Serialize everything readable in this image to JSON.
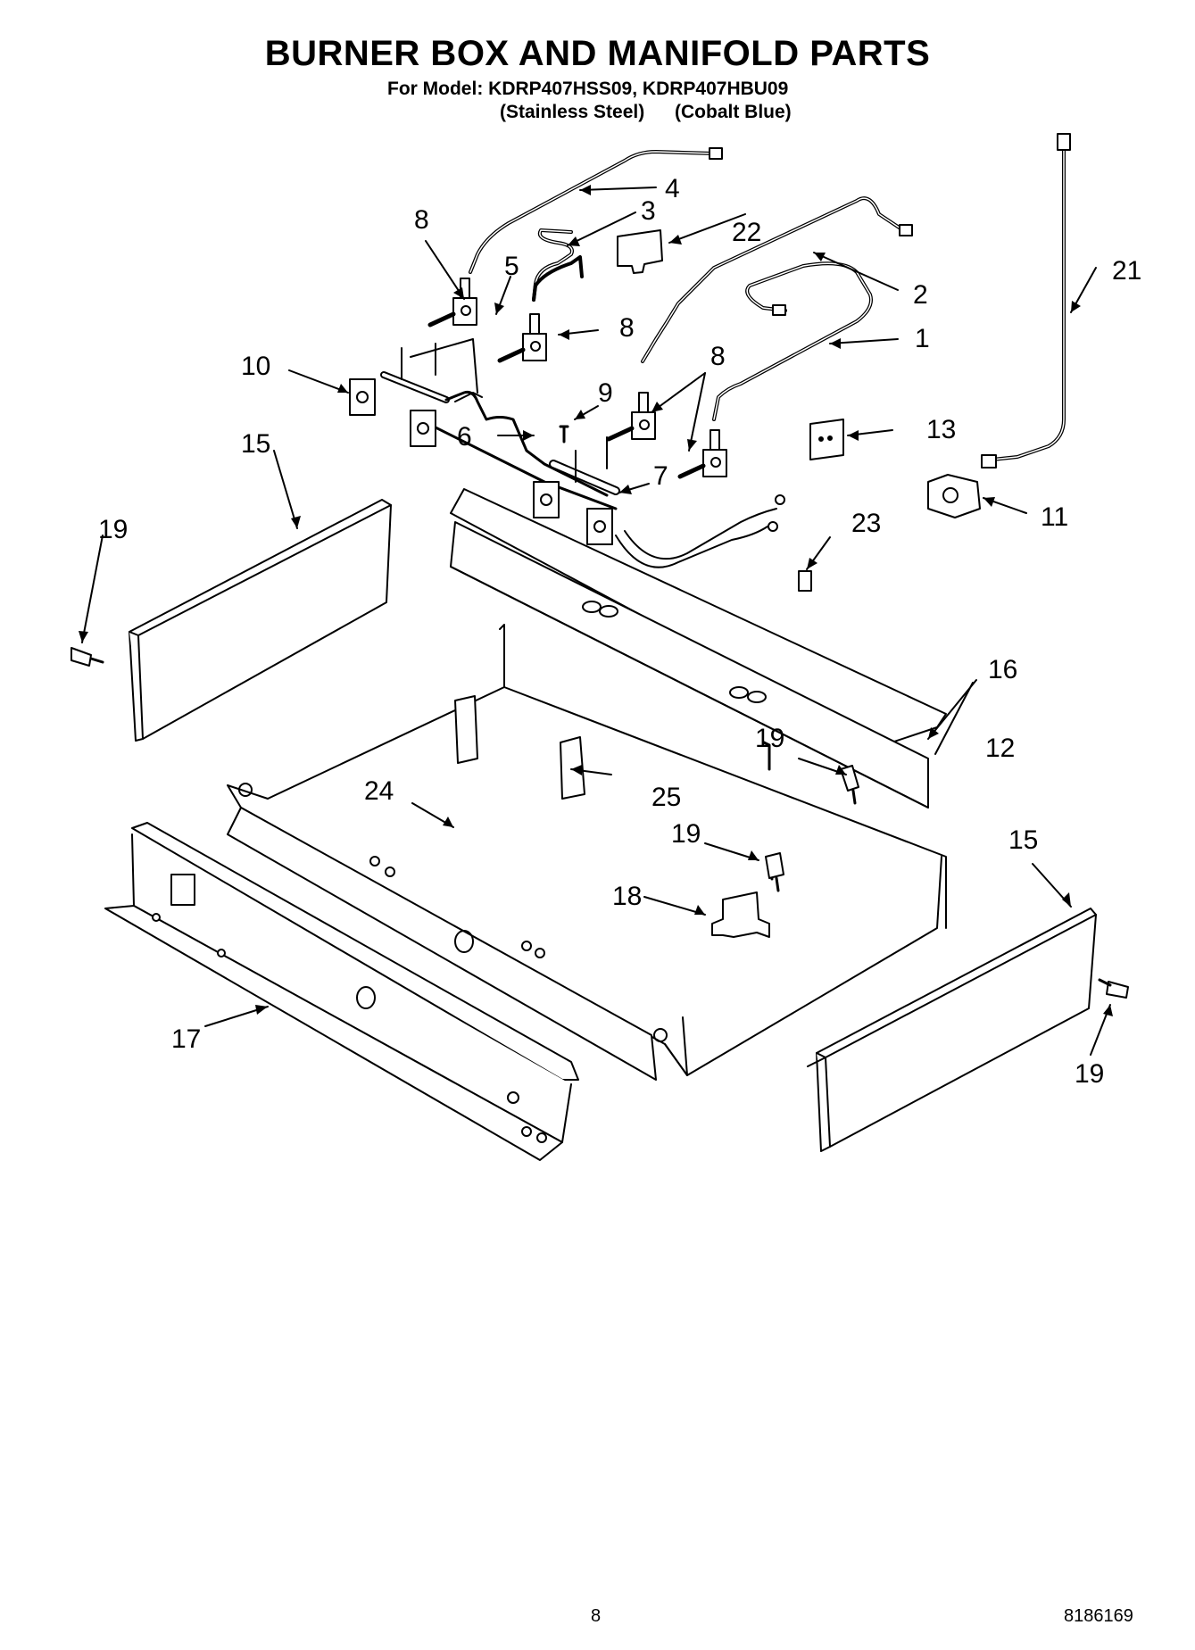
{
  "header": {
    "title": "BURNER BOX AND MANIFOLD PARTS",
    "model_line": "For Model: KDRP407HSS09, KDRP407HBU09",
    "variant_left": "(Stainless Steel)",
    "variant_right": "(Cobalt Blue)"
  },
  "callouts": [
    "1",
    "2",
    "3",
    "4",
    "5",
    "6",
    "7",
    "8",
    "9",
    "10",
    "11",
    "12",
    "13",
    "15",
    "16",
    "17",
    "18",
    "19",
    "21",
    "22",
    "23",
    "24",
    "25"
  ],
  "footer": {
    "page_number": "8",
    "doc_number": "8186169"
  }
}
